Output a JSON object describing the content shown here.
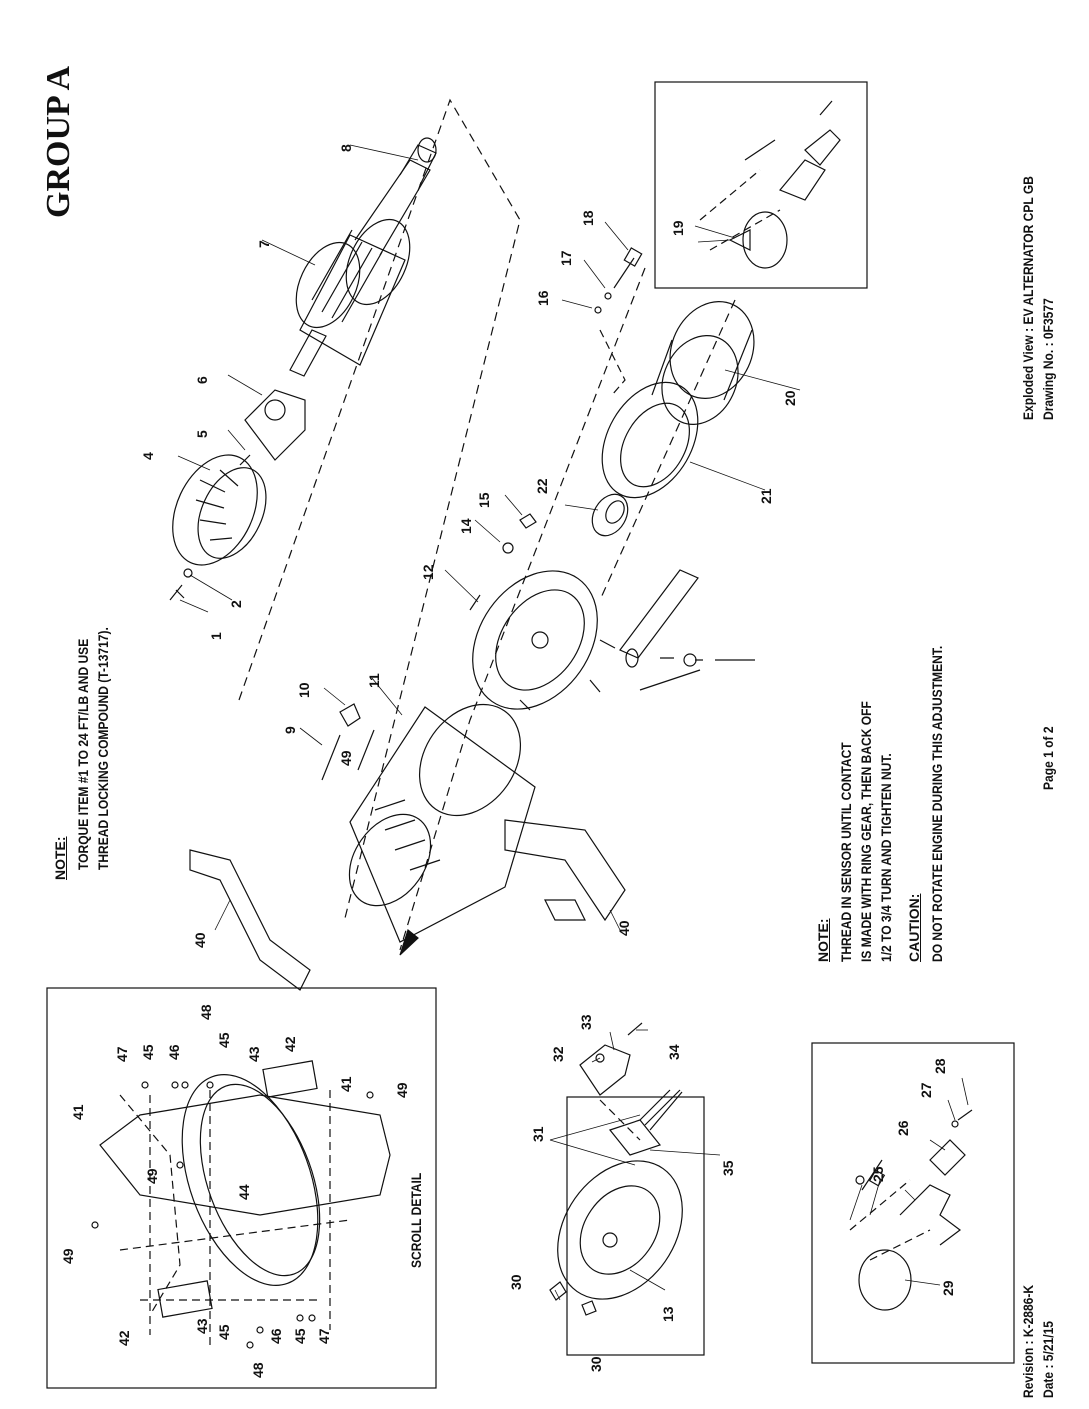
{
  "header": {
    "title": "GROUP A"
  },
  "notes": {
    "torque_head": "NOTE:",
    "torque_line1": "TORQUE ITEM #1 TO 24 FT/LB AND USE",
    "torque_line2": "THREAD LOCKING COMPOUND (T-13717).",
    "sensor_head": "NOTE:",
    "sensor_line1": "THREAD IN SENSOR UNTIL CONTACT",
    "sensor_line2": "IS MADE WITH RING GEAR, THEN BACK OFF",
    "sensor_line3": "1/2 TO 3/4 TURN AND TIGHTEN NUT.",
    "caution_head": "CAUTION:",
    "caution_line": "DO NOT ROTATE ENGINE DURING THIS ADJUSTMENT."
  },
  "footer": {
    "page": "Page 1 of 2",
    "view_line": "Exploded View : EV ALTERNATOR CPL GB",
    "drawing_line": "Drawing No. : 0F3577",
    "revision": "Revision : K-2886-K",
    "date": "Date : 5/21/15"
  },
  "scroll_detail": {
    "label": "SCROLL DETAIL"
  },
  "callouts": {
    "c1": "1",
    "c2": "2",
    "c4": "4",
    "c5": "5",
    "c6": "6",
    "c7": "7",
    "c8": "8",
    "c9": "9",
    "c10": "10",
    "c11": "11",
    "c12": "12",
    "c13": "13",
    "c14": "14",
    "c15": "15",
    "c16": "16",
    "c17": "17",
    "c18": "18",
    "c19": "19",
    "c20": "20",
    "c21": "21",
    "c22": "22",
    "c25": "25",
    "c26": "26",
    "c27": "27",
    "c28": "28",
    "c29": "29",
    "c30": "30",
    "c31": "31",
    "c32": "32",
    "c33": "33",
    "c34": "34",
    "c35": "35",
    "c40": "40",
    "c41": "41",
    "c42": "42",
    "c43": "43",
    "c44": "44",
    "c45": "45",
    "c46": "46",
    "c47": "47",
    "c48": "48",
    "c49": "49"
  }
}
